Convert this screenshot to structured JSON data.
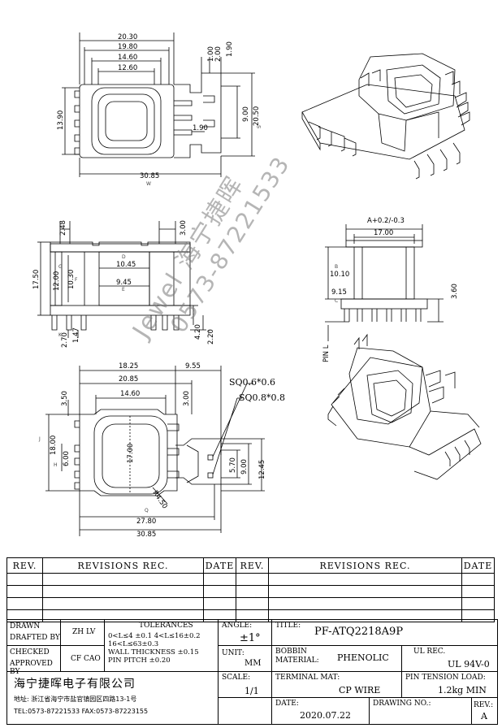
{
  "dimensions": {
    "top_view": {
      "d_20_30": "20.30",
      "d_19_80": "19.80",
      "d_14_60": "14.60",
      "d_12_60": "12.60",
      "d_1_00": "1.00",
      "d_2_00": "2.00",
      "d_1_90_top": "1.90",
      "d_13_90": "13.90",
      "d_9_00": "9.00",
      "d_20_50": "20.50",
      "d_s": "S",
      "d_1_90": "1.90",
      "d_30_85": "30.85",
      "d_w": "W"
    },
    "side_view": {
      "d_2_48": "2.48",
      "d_3_00": "3.00",
      "d_17_50": "17.50",
      "d_12_00": "12.00",
      "d_10_30": "10.30",
      "d_g": "G",
      "d_f": "F",
      "d_d": "D",
      "d_10_45": "10.45",
      "d_9_45": "9.45",
      "d_e": "E",
      "d_2_70": "2.70",
      "d_1_47": "1.47",
      "d_k": "K",
      "d_4_20": "4.20",
      "d_2_20": "2.20",
      "d_t": "T"
    },
    "end_view": {
      "d_tol": "A+0.2/-0.3",
      "d_17_00": "17.00",
      "d_a": "A",
      "d_b": "B",
      "d_10_10": "10.10",
      "d_9_15": "9.15",
      "d_c": "C",
      "d_3_60": "3.60",
      "d_pin": "PIN L"
    },
    "bottom_view": {
      "d_18_25": "18.25",
      "d_9_55": "9.55",
      "d_20_85": "20.85",
      "d_14_60": "14.60",
      "d_3_50": "3.50",
      "d_3_00": "3.00",
      "d_18_00": "18.00",
      "d_j": "J",
      "d_6_00": "6.00",
      "d_h": "H",
      "d_17_00": "17.00",
      "d_r4_50": "R4.50",
      "d_5_70": "5.70",
      "d_9_00": "9.00",
      "d_12_45": "12.45",
      "d_q": "Q",
      "d_27_80": "27.80",
      "d_30_85": "30.85",
      "sq1": "SQ0.6*0.6",
      "sq2": "SQ0.8*0.8"
    }
  },
  "watermark": {
    "line1": "Jewel 海宁捷晖",
    "line2": "0573-87221533"
  },
  "revisions": {
    "headers": [
      "REV.",
      "REVISIONS   REC.",
      "DATE",
      "REV.",
      "REVISIONS   REC.",
      "DATE"
    ],
    "row_count": 4
  },
  "title_block": {
    "drawn_label": "DRAWN",
    "drafted_label": "DRAFTED BY",
    "drafted_value": "ZH LV",
    "checked_label": "CHECKED",
    "approved_label": "APPROVED BY",
    "approved_value": "CF CAO",
    "tolerances_label": "TOLERANCES",
    "tol_line1": "0<L≤4 ±0.1 4<L≤16±0.2",
    "tol_line2": "16<L≤63±0.3",
    "tol_line3": "WALL THICKNESS ±0.15",
    "tol_line4": "PIN PITCH ±0.20",
    "angle_label": "ANGLE:",
    "angle_value": "±1°",
    "unit_label": "UNIT:",
    "unit_value": "MM",
    "scale_label": "SCALE:",
    "scale_value": "1/1",
    "title_label": "TITLE:",
    "title_value": "PF-ATQ2218A9P",
    "bobbin_label": "BOBBIN",
    "material_label": "MATERIAL:",
    "material_value": "PHENOLIC",
    "ul_label": "UL REC.",
    "ul_value": "UL 94V-0",
    "terminal_label": "TERMINAL MAT:",
    "terminal_value": "CP WIRE",
    "pin_tension_label": "PIN TENSION LOAD:",
    "pin_tension_value": "1.2kg MIN",
    "date_label": "DATE:",
    "date_value": "2020.07.22",
    "drawing_no_label": "DRAWING NO.:",
    "rev_label": "REV.:",
    "rev_value": "A",
    "company": "海宁捷晖电子有限公司",
    "address": "地址: 浙江省海宁市盐官镇园区四路13-1号",
    "contact": "TEL:0573-87221533 FAX:0573-87223155"
  }
}
